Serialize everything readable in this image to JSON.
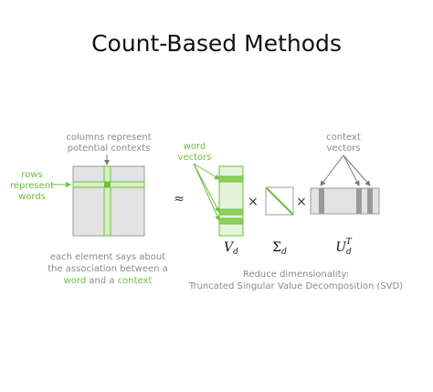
{
  "title": "Count-Based Methods",
  "labels": {
    "columns_line1": "columns represent",
    "columns_line2": "potential contexts",
    "rows_line1": "rows",
    "rows_line2": "represent",
    "rows_line3": "words",
    "element_line1": "each element says about",
    "element_line2": "the association between a",
    "element_word": "word",
    "element_and": " and a ",
    "element_context": "context",
    "word_vectors_line1": "word",
    "word_vectors_line2": "vectors",
    "context_vectors_line1": "context",
    "context_vectors_line2": "vectors",
    "reduce_line1": "Reduce dimensionality:",
    "reduce_line2": "Truncated Singular Value Decomposition (SVD)"
  },
  "symbols": {
    "approx": "≈",
    "times": "×",
    "V": "V",
    "V_sub": "d",
    "Sigma": "Σ",
    "Sigma_sub": "d",
    "U": "U",
    "U_sub": "d",
    "U_sup": "T"
  },
  "colors": {
    "green": "#6cc13a",
    "gray_text": "#8a8a8a",
    "matrix_fill": "#e3e3e3",
    "matrix_stroke": "#9a9a9a"
  }
}
